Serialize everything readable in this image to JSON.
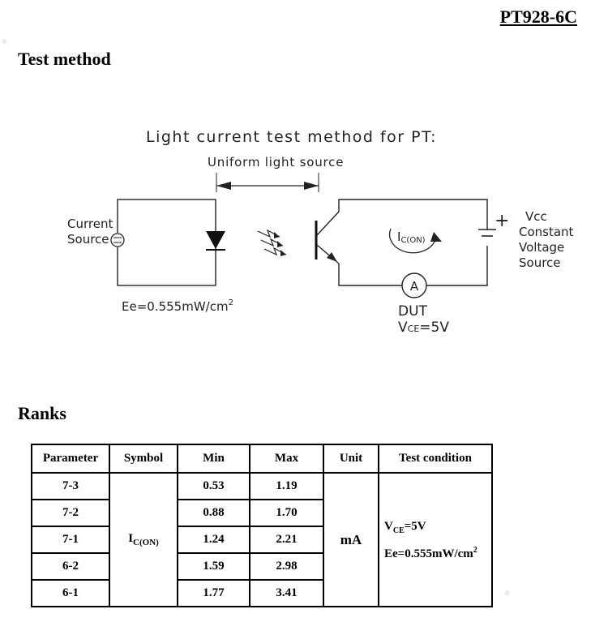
{
  "header": {
    "part_number": "PT928-6C"
  },
  "sections": {
    "test_method": "Test method",
    "ranks": "Ranks"
  },
  "diagram": {
    "title": "Light current test method for PT:",
    "uniform_light": "Uniform light source",
    "current_source_line1": "Current",
    "current_source_line2": "Source",
    "irradiance": "Ee=0.555mW/cm",
    "irradiance_sup": "2",
    "ic_label": "I",
    "ic_sub": "C(ON)",
    "ammeter": "A",
    "dut": "DUT",
    "vce_v": "V",
    "vce_sub": "CE",
    "vce_val": "=5V",
    "vcc_line1": "Vcc",
    "vcc_line2": "Constant",
    "vcc_line3": "Voltage",
    "vcc_line4": "Source",
    "plus": "+"
  },
  "table": {
    "headers": [
      "Parameter",
      "Symbol",
      "Min",
      "Max",
      "Unit",
      "Test condition"
    ],
    "rows": [
      {
        "parameter": "7-3",
        "min": "0.53",
        "max": "1.19"
      },
      {
        "parameter": "7-2",
        "min": "0.88",
        "max": "1.70"
      },
      {
        "parameter": "7-1",
        "min": "1.24",
        "max": "2.21"
      },
      {
        "parameter": "6-2",
        "min": "1.59",
        "max": "2.98"
      },
      {
        "parameter": "6-1",
        "min": "1.77",
        "max": "3.41"
      }
    ],
    "symbol_main": "I",
    "symbol_sub": "C(ON)",
    "unit": "mA",
    "condition_v": "V",
    "condition_v_sub": "CE",
    "condition_v_val": "=5V",
    "condition_e": "Ee=0.555mW/cm",
    "condition_e_sup": "2"
  }
}
